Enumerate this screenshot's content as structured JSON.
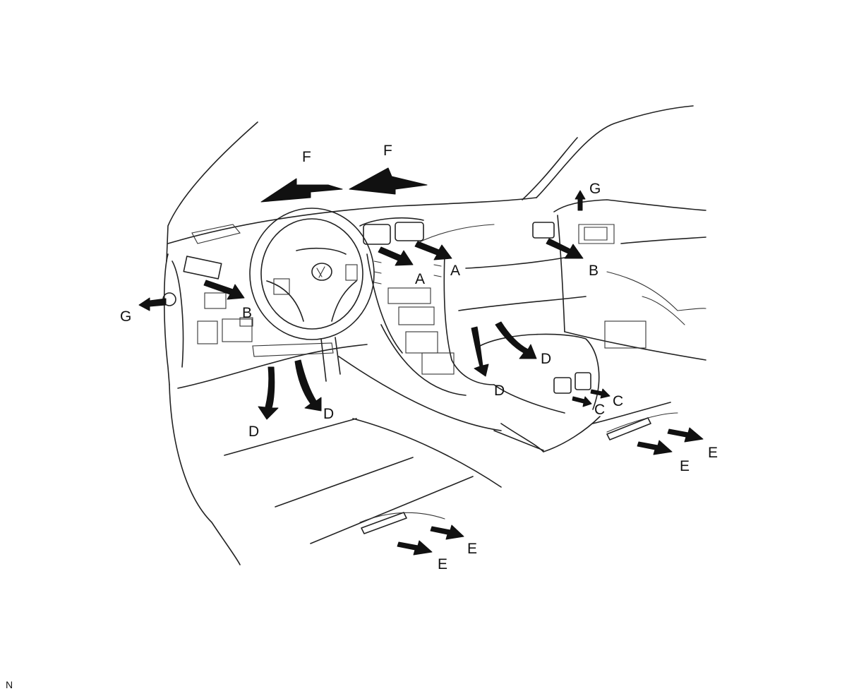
{
  "labels": {
    "a_left": "A",
    "a_right": "A",
    "b_left": "B",
    "b_right": "B",
    "c_left": "C",
    "c_right": "C",
    "d_left": "D",
    "d_center": "D",
    "d_console_left": "D",
    "d_console_right": "D",
    "e_front_left": "E",
    "e_front_right": "E",
    "e_rear_left": "E",
    "e_rear_right": "E",
    "f_left": "F",
    "f_right": "F",
    "g_left": "G",
    "g_right": "G"
  },
  "corner_label": "N"
}
